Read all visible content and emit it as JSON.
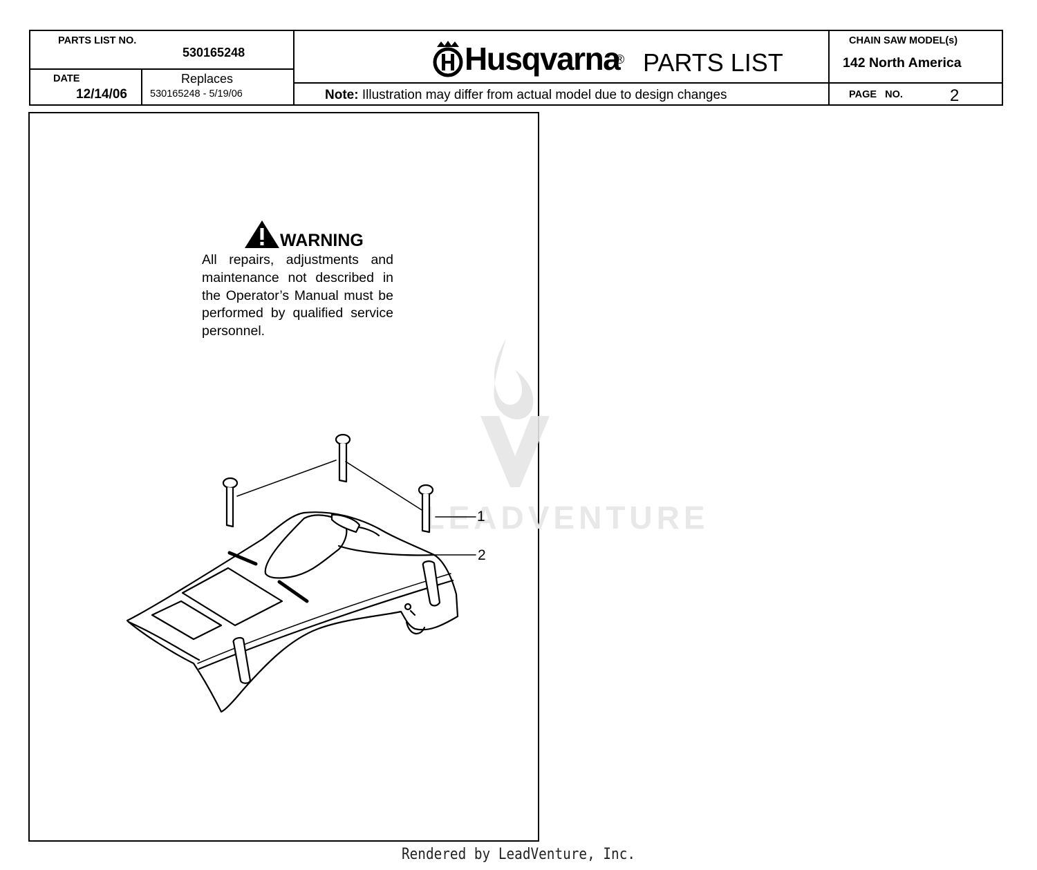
{
  "header": {
    "parts_list_no_label": "PARTS LIST NO.",
    "parts_list_no": "530165248",
    "date_label": "DATE",
    "date": "12/14/06",
    "replaces_label": "Replaces",
    "replaces": "530165248 - 5/19/06",
    "brand": "Husqvarna",
    "brand_mark": "®",
    "title": "PARTS LIST",
    "note_label": "Note:",
    "note": "Illustration may differ from actual model due to design changes",
    "model_label": "CHAIN SAW MODEL(s)",
    "model": "142 North America",
    "page_label": "PAGE   NO.",
    "page_no": "2"
  },
  "warning": {
    "title": "WARNING",
    "text": "All repairs, adjustments and maintenance not described in the Operator’s Manual must be performed by qualified service personnel."
  },
  "callouts": [
    "1",
    "2"
  ],
  "watermark": "LEADVENTURE",
  "footer": "Rendered by LeadVenture, Inc."
}
